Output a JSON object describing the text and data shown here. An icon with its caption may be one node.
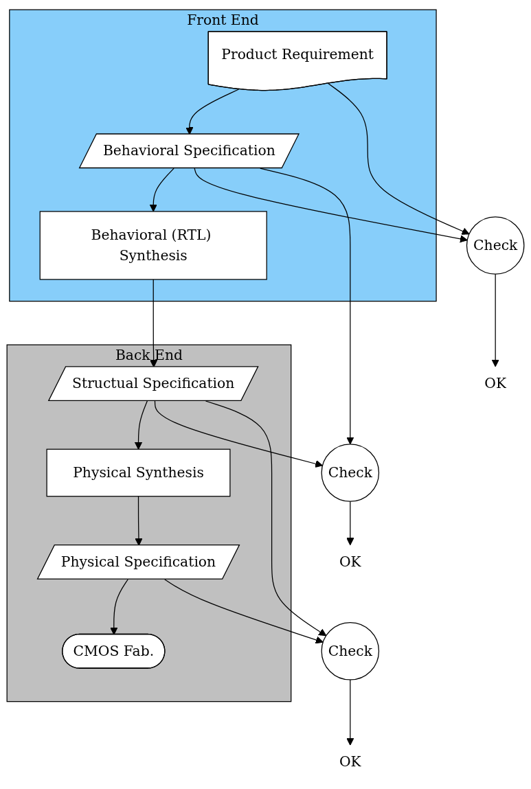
{
  "diagram": {
    "nodes": [
      {
        "text": [
          "Front End"
        ]
      },
      {
        "text": [
          "Product Requirement"
        ],
        "in": 0
      },
      {
        "text": [
          "Behavioral Specification"
        ],
        "in": 0
      },
      {
        "text": [
          "Behavioral (RTL) Synthesis"
        ],
        "in": 0
      },
      {
        "text": [
          "Back End"
        ]
      },
      {
        "text": [
          "Structual Specification"
        ],
        "in": 4
      },
      {
        "text": [
          "Physical Synthesis"
        ],
        "in": 4
      },
      {
        "text": [
          "Physical Specification"
        ],
        "in": 4
      },
      {
        "text": [
          "CMOS Fab."
        ],
        "in": 4
      },
      {
        "text": [
          "Check"
        ]
      },
      {
        "text": [
          "OK"
        ]
      },
      {
        "text": [
          "Check"
        ]
      },
      {
        "text": [
          "OK"
        ]
      },
      {
        "text": [
          "Check"
        ]
      },
      {
        "text": [
          "OK"
        ]
      }
    ],
    "edges": [
      {
        "from": 1,
        "to": 2,
        "arrow": "to"
      },
      {
        "from": 2,
        "to": 3,
        "arrow": "to"
      },
      {
        "from": 3,
        "to": 5,
        "arrow": "to"
      },
      {
        "from": 5,
        "to": 6,
        "arrow": "to"
      },
      {
        "from": 6,
        "to": 7,
        "arrow": "to"
      },
      {
        "from": 7,
        "to": 8,
        "arrow": "to"
      },
      {
        "from": 1,
        "to": 9,
        "arrow": "to"
      },
      {
        "from": 2,
        "to": 9,
        "arrow": "to"
      },
      {
        "from": 2,
        "to": 11,
        "arrow": "to"
      },
      {
        "from": 9,
        "to": 10,
        "arrow": "to"
      },
      {
        "from": 5,
        "to": 11,
        "arrow": "to"
      },
      {
        "from": 5,
        "to": 13,
        "arrow": "to"
      },
      {
        "from": 11,
        "to": 12,
        "arrow": "to"
      },
      {
        "from": 7,
        "to": 13,
        "arrow": "to"
      },
      {
        "from": 13,
        "to": 14,
        "arrow": "to"
      }
    ]
  }
}
